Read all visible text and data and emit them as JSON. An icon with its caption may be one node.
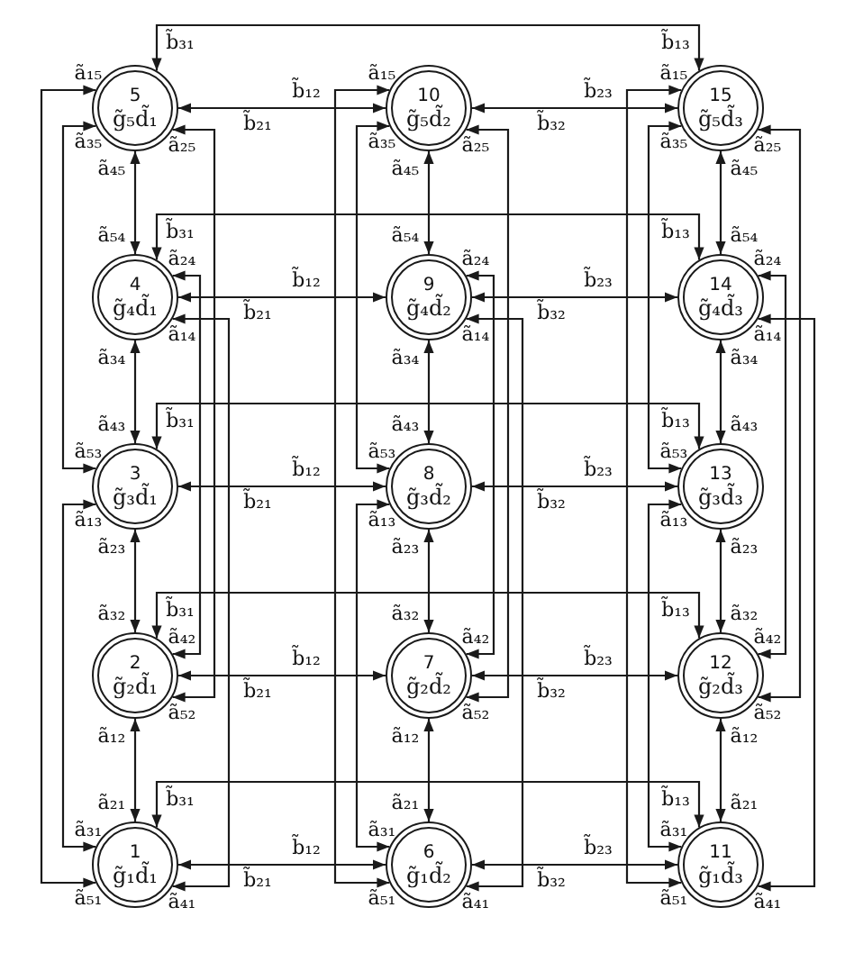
{
  "diagram": {
    "nodes": [
      {
        "text": [
          "1",
          "g̃₁d̃₁"
        ]
      },
      {
        "text": [
          "2",
          "g̃₂d̃₁"
        ]
      },
      {
        "text": [
          "3",
          "g̃₃d̃₁"
        ]
      },
      {
        "text": [
          "4",
          "g̃₄d̃₁"
        ]
      },
      {
        "text": [
          "5",
          "g̃₅d̃₁"
        ]
      },
      {
        "text": [
          "6",
          "g̃₁d̃₂"
        ]
      },
      {
        "text": [
          "7",
          "g̃₂d̃₂"
        ]
      },
      {
        "text": [
          "8",
          "g̃₃d̃₂"
        ]
      },
      {
        "text": [
          "9",
          "g̃₄d̃₂"
        ]
      },
      {
        "text": [
          "10",
          "g̃₅d̃₂"
        ]
      },
      {
        "text": [
          "11",
          "g̃₁d̃₃"
        ]
      },
      {
        "text": [
          "12",
          "g̃₂d̃₃"
        ]
      },
      {
        "text": [
          "13",
          "g̃₃d̃₃"
        ]
      },
      {
        "text": [
          "14",
          "g̃₄d̃₃"
        ]
      },
      {
        "text": [
          "15",
          "g̃₅d̃₃"
        ]
      }
    ],
    "edges": [
      {
        "from": 0,
        "to": 1,
        "arrow": "both"
      },
      {
        "from": 0,
        "to": 2,
        "arrow": "both"
      },
      {
        "from": 0,
        "to": 3,
        "arrow": "both"
      },
      {
        "from": 0,
        "to": 4,
        "arrow": "both"
      },
      {
        "from": 1,
        "to": 2,
        "arrow": "both"
      },
      {
        "from": 1,
        "to": 3,
        "arrow": "both"
      },
      {
        "from": 1,
        "to": 4,
        "arrow": "both"
      },
      {
        "from": 2,
        "to": 3,
        "arrow": "both"
      },
      {
        "from": 2,
        "to": 4,
        "arrow": "both"
      },
      {
        "from": 3,
        "to": 4,
        "arrow": "both"
      },
      {
        "from": 5,
        "to": 6,
        "arrow": "both"
      },
      {
        "from": 5,
        "to": 7,
        "arrow": "both"
      },
      {
        "from": 5,
        "to": 8,
        "arrow": "both"
      },
      {
        "from": 5,
        "to": 9,
        "arrow": "both"
      },
      {
        "from": 6,
        "to": 7,
        "arrow": "both"
      },
      {
        "from": 6,
        "to": 8,
        "arrow": "both"
      },
      {
        "from": 6,
        "to": 9,
        "arrow": "both"
      },
      {
        "from": 7,
        "to": 8,
        "arrow": "both"
      },
      {
        "from": 7,
        "to": 9,
        "arrow": "both"
      },
      {
        "from": 8,
        "to": 9,
        "arrow": "both"
      },
      {
        "from": 10,
        "to": 11,
        "arrow": "both"
      },
      {
        "from": 10,
        "to": 12,
        "arrow": "both"
      },
      {
        "from": 10,
        "to": 13,
        "arrow": "both"
      },
      {
        "from": 10,
        "to": 14,
        "arrow": "both"
      },
      {
        "from": 11,
        "to": 12,
        "arrow": "both"
      },
      {
        "from": 11,
        "to": 13,
        "arrow": "both"
      },
      {
        "from": 11,
        "to": 14,
        "arrow": "both"
      },
      {
        "from": 12,
        "to": 13,
        "arrow": "both"
      },
      {
        "from": 12,
        "to": 14,
        "arrow": "both"
      },
      {
        "from": 13,
        "to": 14,
        "arrow": "both"
      },
      {
        "from": 0,
        "to": 5,
        "arrow": "both"
      },
      {
        "from": 0,
        "to": 10,
        "arrow": "both"
      },
      {
        "from": 5,
        "to": 10,
        "arrow": "both"
      },
      {
        "from": 1,
        "to": 6,
        "arrow": "both"
      },
      {
        "from": 1,
        "to": 11,
        "arrow": "both"
      },
      {
        "from": 6,
        "to": 11,
        "arrow": "both"
      },
      {
        "from": 2,
        "to": 7,
        "arrow": "both"
      },
      {
        "from": 2,
        "to": 12,
        "arrow": "both"
      },
      {
        "from": 7,
        "to": 12,
        "arrow": "both"
      },
      {
        "from": 3,
        "to": 8,
        "arrow": "both"
      },
      {
        "from": 3,
        "to": 13,
        "arrow": "both"
      },
      {
        "from": 8,
        "to": 13,
        "arrow": "both"
      },
      {
        "from": 4,
        "to": 9,
        "arrow": "both"
      },
      {
        "from": 4,
        "to": 14,
        "arrow": "both"
      },
      {
        "from": 9,
        "to": 14,
        "arrow": "both"
      }
    ],
    "labels": [
      "ã₁₂",
      "ã₂₁",
      "ã₁₃",
      "ã₃₁",
      "ã₁₄",
      "ã₄₁",
      "ã₁₅",
      "ã₅₁",
      "ã₂₃",
      "ã₃₂",
      "ã₂₄",
      "ã₄₂",
      "ã₂₅",
      "ã₅₂",
      "ã₃₄",
      "ã₄₃",
      "ã₃₅",
      "ã₅₃",
      "ã₄₅",
      "ã₅₄",
      "ã₁₂",
      "ã₂₁",
      "ã₁₃",
      "ã₃₁",
      "ã₁₄",
      "ã₄₁",
      "ã₁₅",
      "ã₅₁",
      "ã₂₃",
      "ã₃₂",
      "ã₂₄",
      "ã₄₂",
      "ã₂₅",
      "ã₅₂",
      "ã₃₄",
      "ã₄₃",
      "ã₃₅",
      "ã₅₃",
      "ã₄₅",
      "ã₅₄",
      "ã₁₂",
      "ã₂₁",
      "ã₁₃",
      "ã₃₁",
      "ã₁₄",
      "ã₄₁",
      "ã₁₅",
      "ã₅₁",
      "ã₂₃",
      "ã₃₂",
      "ã₂₄",
      "ã₄₂",
      "ã₂₅",
      "ã₅₂",
      "ã₃₄",
      "ã₄₃",
      "ã₃₅",
      "ã₅₃",
      "ã₄₅",
      "ã₅₄",
      "b̃₁₂",
      "b̃₂₁",
      "b̃₁₃",
      "b̃₃₁",
      "b̃₂₃",
      "b̃₃₂",
      "b̃₁₂",
      "b̃₂₁",
      "b̃₁₃",
      "b̃₃₁",
      "b̃₂₃",
      "b̃₃₂",
      "b̃₁₂",
      "b̃₂₁",
      "b̃₁₃",
      "b̃₃₁",
      "b̃₂₃",
      "b̃₃₂",
      "b̃₁₂",
      "b̃₂₁",
      "b̃₁₃",
      "b̃₃₁",
      "b̃₂₃",
      "b̃₃₂",
      "b̃₁₂",
      "b̃₂₁",
      "b̃₁₃",
      "b̃₃₁",
      "b̃₂₃",
      "b̃₃₂"
    ]
  }
}
